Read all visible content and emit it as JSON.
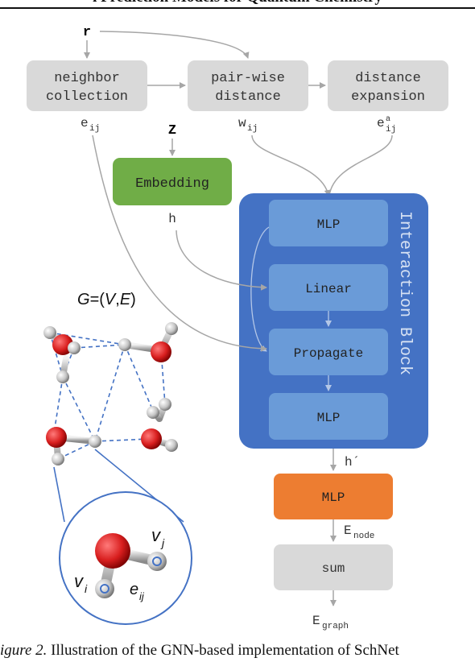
{
  "header": {
    "title": "l Prediction Models for Quantum Chemistry"
  },
  "inputs": {
    "r": "r",
    "z": "Z"
  },
  "boxes": {
    "neighbor_line1": "neighbor",
    "neighbor_line2": "collection",
    "pairwise_line1": "pair-wise",
    "pairwise_line2": "distance",
    "expansion_line1": "distance",
    "expansion_line2": "expansion",
    "embedding": "Embedding",
    "mlp_top": "MLP",
    "linear": "Linear",
    "propagate": "Propagate",
    "mlp_bottom": "MLP",
    "interaction_title": "Interaction Block",
    "mlp_output": "MLP",
    "sum": "sum"
  },
  "labels": {
    "e_ij_base": "e",
    "e_ij_sub": "ij",
    "w_ij_base": "w",
    "w_ij_sub": "ij",
    "ea_ij_base": "e",
    "ea_ij_sup": "a",
    "ea_ij_sub": "ij",
    "h": "h",
    "h_prime": "h´",
    "e_node_base": "E",
    "e_node_sub": "node",
    "e_graph_base": "E",
    "e_graph_sub": "graph"
  },
  "graph": {
    "title_g": "G",
    "title_eq": "=(",
    "title_v": "V",
    "title_comma": ",",
    "title_e": "E",
    "title_close": ")",
    "vj_base": "v",
    "vj_sub": "j",
    "vi_base": "v",
    "vi_sub": "i",
    "eij_base": "e",
    "eij_sub": "ij"
  },
  "caption": {
    "fig_label": "igure 2.",
    "text": " Illustration of the GNN-based implementation of SchNet"
  },
  "colors": {
    "gray_box": "#d9d9d9",
    "embedding_green": "#70ad47",
    "interaction_blue": "#4472c4",
    "inner_blue": "#6a9bd8",
    "output_orange": "#ed7d31",
    "arrow_gray": "#a6a6a6",
    "oxygen_red": "#d42020",
    "hydrogen_gray": "#c8c8c8",
    "bond_dashed": "#4472c4"
  }
}
